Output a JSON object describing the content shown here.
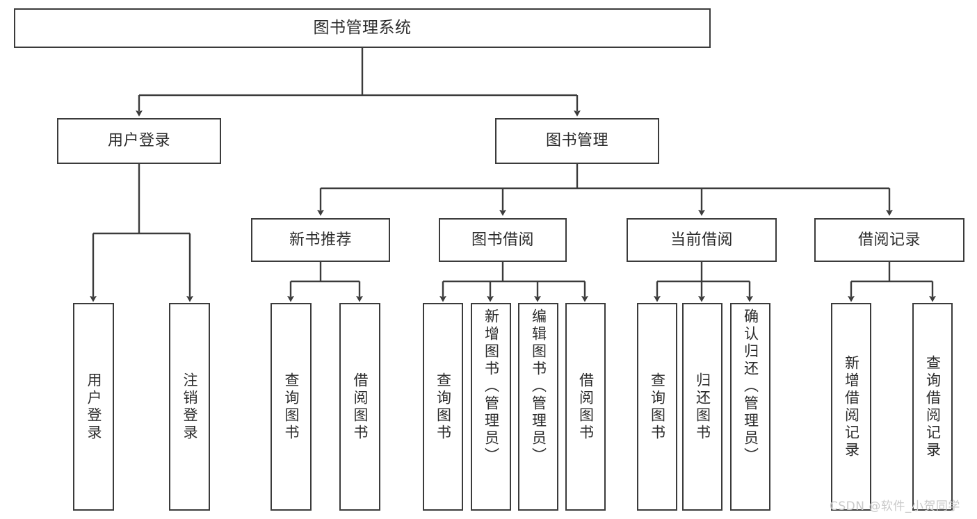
{
  "diagram": {
    "type": "tree-hierarchy-chart",
    "title": "图书管理系统",
    "line_color": "#3b3b3b",
    "box_fill": "#ffffff",
    "text_color": "#2b2b2b",
    "levels": {
      "root": {
        "label": "图书管理系统"
      },
      "level2": [
        {
          "label": "用户登录"
        },
        {
          "label": "图书管理"
        }
      ],
      "level3": [
        {
          "label": "新书推荐"
        },
        {
          "label": "图书借阅"
        },
        {
          "label": "当前借阅"
        },
        {
          "label": "借阅记录"
        }
      ],
      "leaves": {
        "user_login": [
          {
            "label": "用户登录"
          },
          {
            "label": "注销登录"
          }
        ],
        "new_book_recommend": [
          {
            "label": "查询图书"
          },
          {
            "label": "借阅图书"
          }
        ],
        "book_borrow": [
          {
            "label": "查询图书"
          },
          {
            "label": "新增图书（管理员）"
          },
          {
            "label": "编辑图书（管理员）"
          },
          {
            "label": "借阅图书"
          }
        ],
        "current_borrow": [
          {
            "label": "查询图书"
          },
          {
            "label": "归还图书"
          },
          {
            "label": "确认归还（管理员）"
          }
        ],
        "borrow_record": [
          {
            "label": "新增借阅记录"
          },
          {
            "label": "查询借阅记录"
          }
        ]
      }
    }
  },
  "watermark": {
    "text": "CSDN @软件_小贺同学"
  }
}
